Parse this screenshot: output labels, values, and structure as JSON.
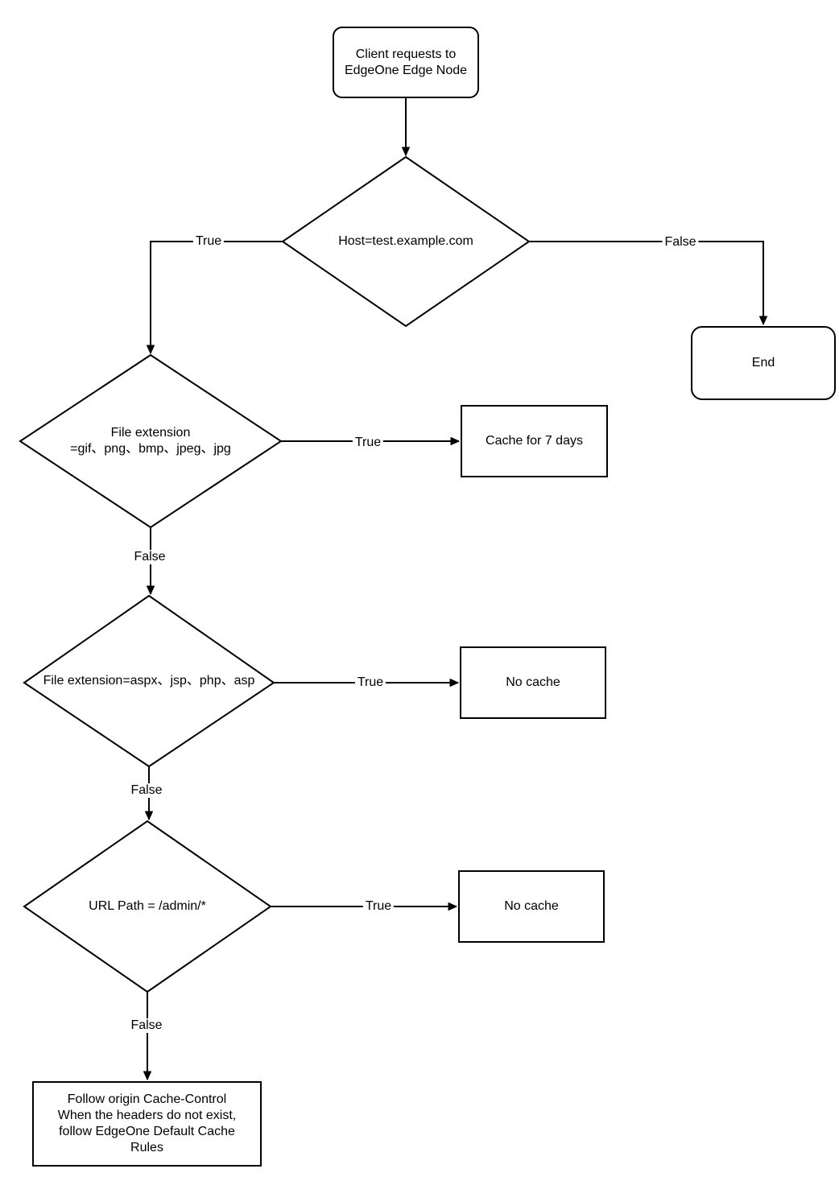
{
  "diagram_type": "flowchart",
  "colors": {
    "stroke": "#000000",
    "shape_fill": "#ffffff",
    "text": "#000000",
    "background": "#ffffff"
  },
  "nodes": {
    "start": {
      "shape": "rounded-terminator",
      "label": "Client requests to\nEdgeOne Edge Node"
    },
    "host_check": {
      "shape": "decision-diamond",
      "label": "Host=test.example.com"
    },
    "end": {
      "shape": "rounded-terminator",
      "label": "End"
    },
    "image_ext_check": {
      "shape": "decision-diamond",
      "label": "File extension\n=gif、png、bmp、jpeg、jpg"
    },
    "cache_7_days": {
      "shape": "process-rect",
      "label": "Cache for 7 days"
    },
    "dynamic_ext_check": {
      "shape": "decision-diamond",
      "label": "File extension=aspx、jsp、php、asp"
    },
    "no_cache_dynamic": {
      "shape": "process-rect",
      "label": "No cache"
    },
    "admin_path_check": {
      "shape": "decision-diamond",
      "label": "URL Path = /admin/*"
    },
    "no_cache_admin": {
      "shape": "process-rect",
      "label": "No cache"
    },
    "default_cache_rules": {
      "shape": "process-rect",
      "label": "Follow origin Cache-Control\nWhen the headers do not exist,\nfollow EdgeOne Default Cache\nRules"
    }
  },
  "edges": {
    "start_to_host": {
      "from": "start",
      "to": "host_check",
      "label": ""
    },
    "host_true": {
      "from": "host_check",
      "to": "image_ext_check",
      "label": "True"
    },
    "host_false": {
      "from": "host_check",
      "to": "end",
      "label": "False"
    },
    "image_true": {
      "from": "image_ext_check",
      "to": "cache_7_days",
      "label": "True"
    },
    "image_false": {
      "from": "image_ext_check",
      "to": "dynamic_ext_check",
      "label": "False"
    },
    "dynamic_true": {
      "from": "dynamic_ext_check",
      "to": "no_cache_dynamic",
      "label": "True"
    },
    "dynamic_false": {
      "from": "dynamic_ext_check",
      "to": "admin_path_check",
      "label": "False"
    },
    "admin_true": {
      "from": "admin_path_check",
      "to": "no_cache_admin",
      "label": "True"
    },
    "admin_false": {
      "from": "admin_path_check",
      "to": "default_cache_rules",
      "label": "False"
    }
  }
}
